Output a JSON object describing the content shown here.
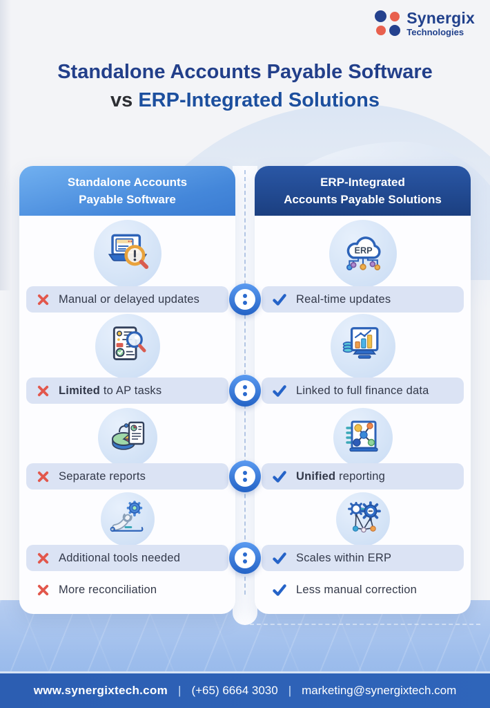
{
  "logo": {
    "name": "Synergix",
    "subtitle": "Technologies"
  },
  "title": {
    "line1": "Standalone Accounts Payable Software",
    "vs": "vs",
    "line2": "ERP-Integrated Solutions"
  },
  "comparison": {
    "left": {
      "header": [
        "Standalone Accounts",
        "Payable Software"
      ],
      "items": [
        {
          "icon": "laptop-alert-icon",
          "mark": "cross",
          "bold": "",
          "text": "Manual or delayed updates"
        },
        {
          "icon": "document-audit-magnifier-icon",
          "mark": "cross",
          "bold": "Limited",
          "text": " to AP tasks"
        },
        {
          "icon": "pie-chart-report-icon",
          "mark": "cross",
          "bold": "",
          "text": "Separate reports"
        },
        {
          "icon": "wrench-gear-icon",
          "mark": "cross",
          "bold": "",
          "text": "Additional tools needed"
        },
        {
          "icon": "none",
          "mark": "cross",
          "bold": "",
          "text": "More reconciliation"
        }
      ]
    },
    "right": {
      "header": [
        "ERP-Integrated",
        "Accounts Payable Solutions"
      ],
      "items": [
        {
          "icon": "erp-cloud-network-icon",
          "icon_label": "ERP",
          "mark": "check",
          "bold": "",
          "text": "Real-time updates"
        },
        {
          "icon": "monitor-bar-chart-icon",
          "mark": "check",
          "bold": "",
          "text": "Linked to full finance data"
        },
        {
          "icon": "network-board-icon",
          "mark": "check",
          "bold": "Unified",
          "text": " reporting"
        },
        {
          "icon": "gears-network-icon",
          "mark": "check",
          "bold": "",
          "text": "Scales within ERP"
        },
        {
          "icon": "none",
          "mark": "check",
          "bold": "",
          "text": "Less manual correction"
        }
      ]
    }
  },
  "footer": {
    "website": "www.synergixtech.com",
    "phone": "(+65) 6664 3030",
    "email": "marketing@synergixtech.com",
    "separator": "|"
  },
  "colors": {
    "left_header_blue": "#4487da",
    "right_header_navy": "#1e4890",
    "cross_red": "#e2574c",
    "check_blue": "#2563c8",
    "band_lavender": "#dbe3f4",
    "footer_bar": "#2c5eb2",
    "title_navy": "#223f8a"
  }
}
